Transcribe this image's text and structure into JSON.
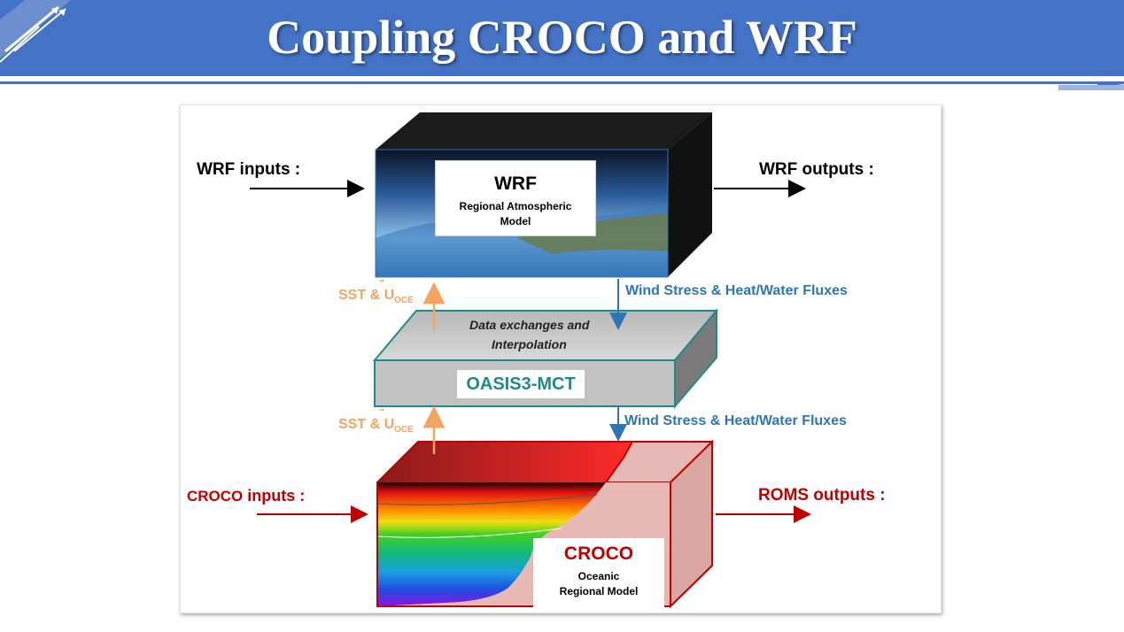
{
  "slide": {
    "title": "Coupling CROCO and WRF"
  },
  "diagram": {
    "wrf": {
      "name": "WRF",
      "line1": "Regional Atmospheric",
      "line2": "Model"
    },
    "wrf_inputs": "WRF inputs :",
    "wrf_outputs": "WRF outputs :",
    "sst_top": {
      "main": "SST & ",
      "vec": "U",
      "sub": "OCE"
    },
    "sst_bottom": {
      "main": "SST & ",
      "vec": "U",
      "sub": "OCE"
    },
    "flux_top": "Wind Stress & Heat/Water Fluxes",
    "flux_bottom": "Wind Stress & Heat/Water Fluxes",
    "exchange_line1": "Data exchanges and",
    "exchange_line2": "Interpolation",
    "coupler": "OASIS3-MCT",
    "croco_inputs": {
      "name": "CROCO",
      "suffix": " inputs :"
    },
    "roms_outputs": "ROMS outputs :",
    "croco": {
      "name": "CROCO",
      "line1": "Oceanic",
      "line2": "Regional Model"
    },
    "colors": {
      "title_bar": "#4472c4",
      "sst": "#f4a460",
      "flux": "#2e75b6",
      "coupler_text": "#1f8a8a",
      "croco_red": "#c00000",
      "black": "#000000"
    }
  }
}
